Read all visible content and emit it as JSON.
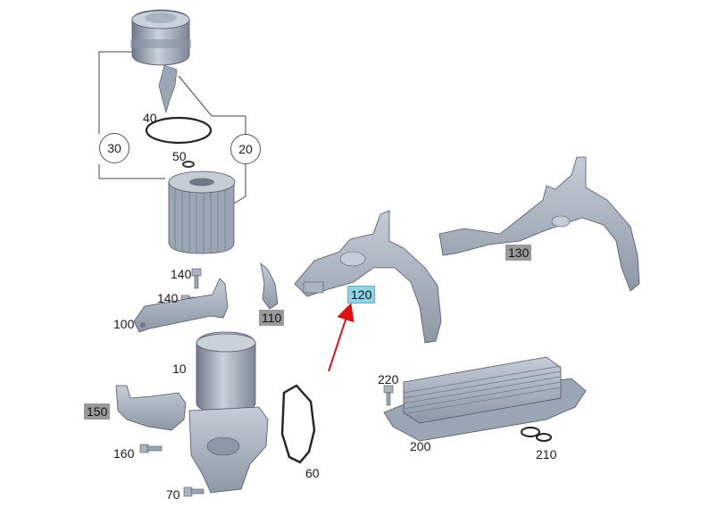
{
  "labels": {
    "l10": "10",
    "l20": "20",
    "l30": "30",
    "l40": "40",
    "l50": "50",
    "l60": "60",
    "l70": "70",
    "l100": "100",
    "l110": "110",
    "l120": "120",
    "l130": "130",
    "l140a": "140",
    "l140b": "140",
    "l150": "150",
    "l160": "160",
    "l200": "200",
    "l210": "210",
    "l220": "220"
  },
  "colors": {
    "part_fill": "#9aa6b4",
    "part_light": "#c4ccd6",
    "part_dark": "#6d7886",
    "highlight": "#8fd4e6",
    "tag_gray": "#9a9a9a",
    "arrow": "#e01010"
  }
}
